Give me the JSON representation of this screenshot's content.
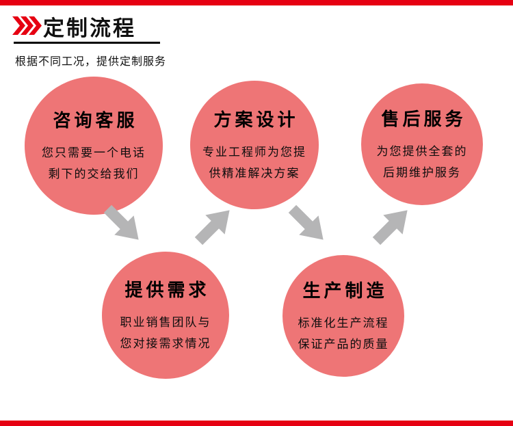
{
  "colors": {
    "accent": "#e60012",
    "circle": "#ee7576",
    "arrow": "#b5b5b6"
  },
  "header": {
    "title": "定制流程",
    "subtitle": "根据不同工况，提供定制服务"
  },
  "steps": [
    {
      "title": "咨询客服",
      "desc": [
        "您只需要一个电话",
        "剩下的交给我们"
      ]
    },
    {
      "title": "方案设计",
      "desc": [
        "专业工程师为您提",
        "供精准解决方案"
      ]
    },
    {
      "title": "售后服务",
      "desc": [
        "为您提供全套的",
        "后期维护服务"
      ]
    },
    {
      "title": "提供需求",
      "desc": [
        "职业销售团队与",
        "您对接需求情况"
      ]
    },
    {
      "title": "生产制造",
      "desc": [
        "标准化生产流程",
        "保证产品的质量"
      ]
    }
  ]
}
